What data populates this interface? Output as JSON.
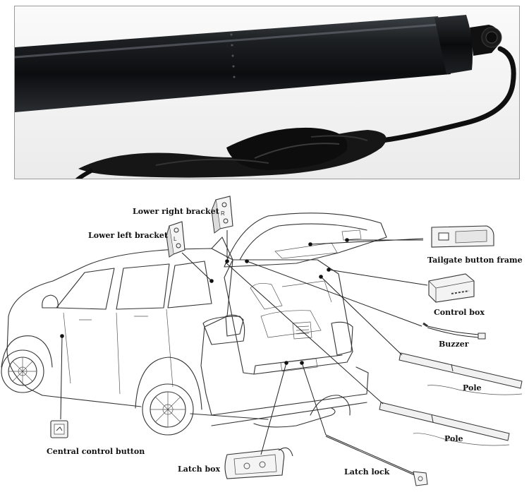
{
  "photo": {
    "subject": "black strut tube with cable"
  },
  "labels": {
    "lower_right_bracket": "Lower right bracket",
    "lower_left_bracket": "Lower left bracket",
    "tailgate_button_frame": "Tailgate button frame",
    "control_box": "Control box",
    "buzzer": "Buzzer",
    "pole_1": "Pole",
    "pole_2": "Pole",
    "central_control_button": "Central control button",
    "latch_box": "Latch box",
    "latch_lock": "Latch lock"
  },
  "bracket_marks": {
    "right": "R",
    "left": "L"
  }
}
